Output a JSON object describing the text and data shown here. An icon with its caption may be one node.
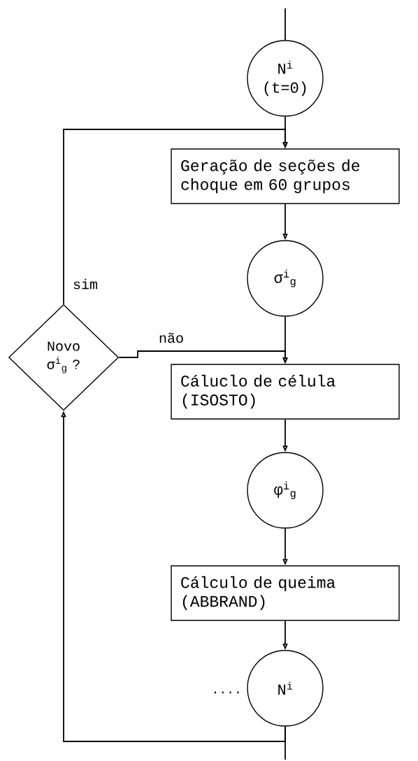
{
  "diagram": {
    "nodes": [
      {
        "text": [
          "N$^{i}$",
          "(t=0)"
        ]
      },
      {
        "text": [
          "Geração de seções de choque em 60 grupos"
        ]
      },
      {
        "text": [
          "σ$^{i}$$_{g}$"
        ]
      },
      {
        "text": [
          "Cáluclo de célula (ISOSTO)"
        ]
      },
      {
        "text": [
          "φ$^{i}$$_{g}$"
        ]
      },
      {
        "text": [
          "Cálculo de queima (ABBRAND)"
        ]
      },
      {
        "text": [
          "N$^{i}$"
        ],
        "beside": [
          "...."
        ]
      },
      {
        "text": [
          "Novo σ$^{i}$$_{g}$ ?"
        ]
      }
    ],
    "edges": [
      {
        "from": null,
        "to": 0,
        "arrow": "none"
      },
      {
        "from": 0,
        "to": 1,
        "arrow": "to"
      },
      {
        "from": 1,
        "to": 2,
        "arrow": "to"
      },
      {
        "from": 2,
        "to": 3,
        "arrow": "to"
      },
      {
        "from": 3,
        "to": 4,
        "arrow": "to"
      },
      {
        "from": 4,
        "to": 5,
        "arrow": "to"
      },
      {
        "from": 5,
        "to": 6,
        "arrow": "to"
      },
      {
        "from": 6,
        "to": null,
        "arrow": "none"
      },
      {
        "from": 6,
        "to": 7,
        "arrow": "to"
      },
      {
        "from": 7,
        "to": 1,
        "arrow": "to",
        "label": "sim"
      },
      {
        "from": 7,
        "to": 3,
        "arrow": "to",
        "label": "não"
      }
    ]
  }
}
